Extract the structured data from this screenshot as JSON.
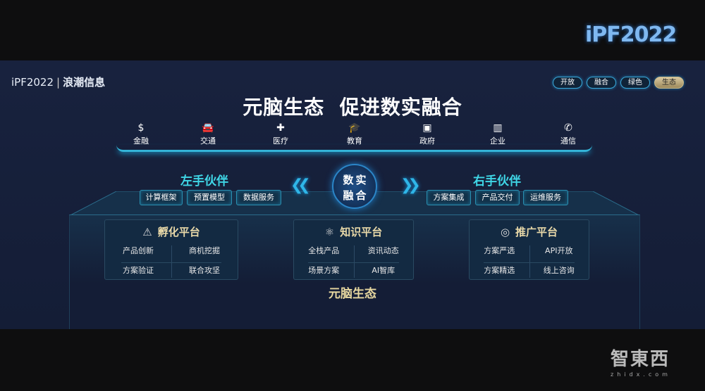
{
  "top_logo": "iPF2022",
  "slide": {
    "logo": {
      "event": "iPF2022",
      "company": "浪潮信息"
    },
    "tags": [
      {
        "label": "开放",
        "active": false
      },
      {
        "label": "融合",
        "active": false
      },
      {
        "label": "绿色",
        "active": false
      },
      {
        "label": "生态",
        "active": true
      }
    ],
    "title": "元脑生态  促进数实融合",
    "industries": [
      {
        "label": "金融",
        "icon": "dollar-cycle-icon"
      },
      {
        "label": "交通",
        "icon": "car-icon"
      },
      {
        "label": "医疗",
        "icon": "medical-kit-icon"
      },
      {
        "label": "教育",
        "icon": "graduation-cap-icon"
      },
      {
        "label": "政府",
        "icon": "government-icon"
      },
      {
        "label": "企业",
        "icon": "building-icon"
      },
      {
        "label": "通信",
        "icon": "phone-signal-icon"
      }
    ],
    "left_partners": {
      "title": "左手伙伴",
      "items": [
        "计算框架",
        "预置模型",
        "数据服务"
      ]
    },
    "center": [
      "数",
      "实",
      "融",
      "合"
    ],
    "right_partners": {
      "title": "右手伙伴",
      "items": [
        "方案集成",
        "产品交付",
        "运维服务"
      ]
    },
    "platforms": [
      {
        "title": "孵化平台",
        "icon": "triangle-icon",
        "items": [
          "产品创新",
          "商机挖掘",
          "方案验证",
          "联合攻坚"
        ]
      },
      {
        "title": "知识平台",
        "icon": "atom-icon",
        "items": [
          "全栈产品",
          "资讯动态",
          "场景方案",
          "AI智库"
        ]
      },
      {
        "title": "推广平台",
        "icon": "handshake-icon",
        "items": [
          "方案严选",
          "API开放",
          "方案精选",
          "线上咨询"
        ]
      }
    ],
    "ecosystem_label": "元脑生态"
  },
  "watermark": {
    "brand": "智東西",
    "url": "zhidx.com"
  },
  "colors": {
    "accent_cyan": "#3fd6e6",
    "gold": "#e8d8a0",
    "slide_bg": "#18223e"
  }
}
